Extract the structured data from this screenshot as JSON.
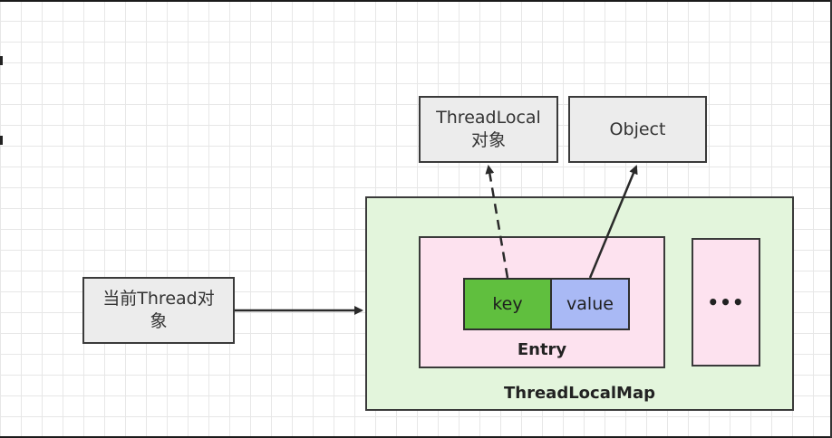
{
  "nodes": {
    "thread_object": {
      "line1": "当前Thread对",
      "line2": "象"
    },
    "threadlocal_object": {
      "line1": "ThreadLocal",
      "line2": "对象"
    },
    "object": {
      "label": "Object"
    },
    "threadlocalmap": {
      "label": "ThreadLocalMap"
    },
    "entry": {
      "label": "Entry"
    },
    "key": {
      "label": "key"
    },
    "value": {
      "label": "value"
    },
    "more": {
      "label": "•••"
    }
  },
  "colors": {
    "map_fill": "#e3f5dc",
    "entry_fill": "#fde2ef",
    "key_fill": "#60bf3e",
    "value_fill": "#a9b9f5",
    "node_fill": "#ececec"
  }
}
